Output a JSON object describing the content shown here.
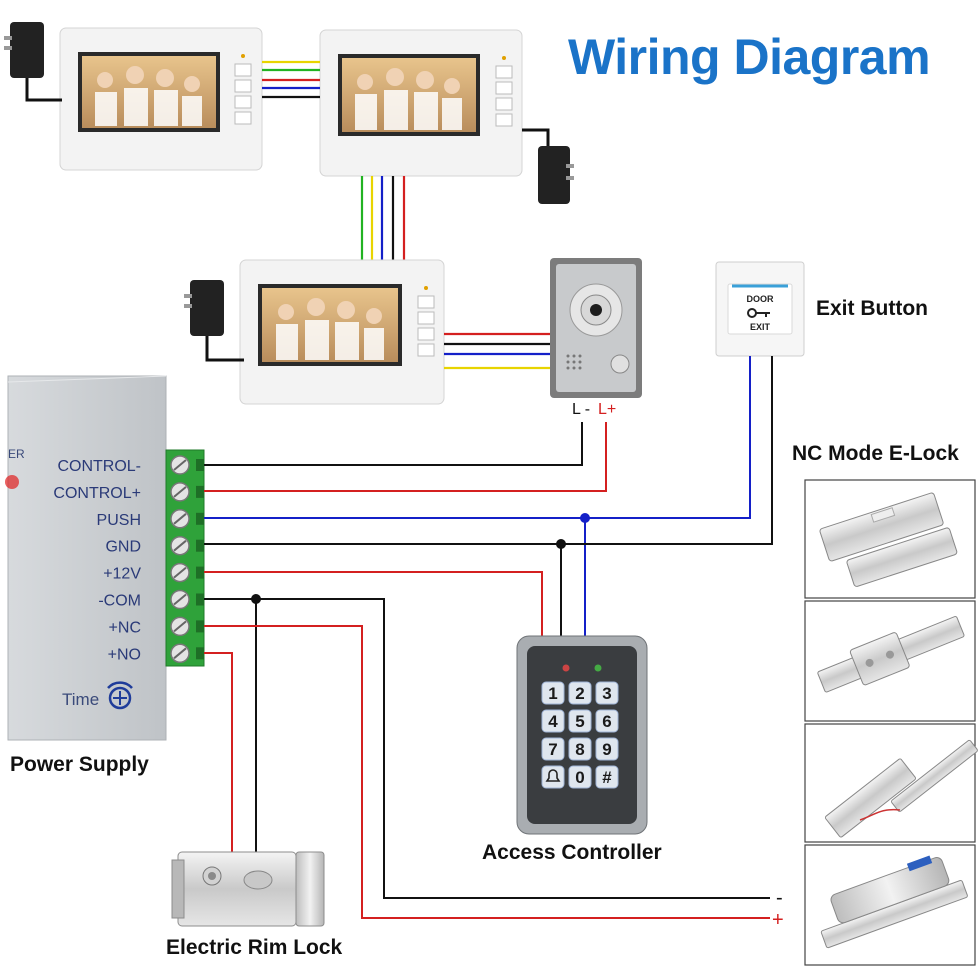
{
  "title": "Wiring Diagram",
  "labels": {
    "exit_button": "Exit Button",
    "nc_lock": "NC Mode E-Lock",
    "power_supply": "Power Supply",
    "access_controller": "Access Controller",
    "rim_lock": "Electric Rim Lock"
  },
  "power_supply": {
    "terminals": [
      "CONTROL-",
      "CONTROL+",
      "PUSH",
      "GND",
      "+12V",
      "-COM",
      "+NC",
      "+NO"
    ],
    "time_label": "Time",
    "edge_text": "ER"
  },
  "camera": {
    "l_minus": "L -",
    "l_plus": "L+"
  },
  "exit_button_face": {
    "top": "DOOR",
    "bottom": "EXIT"
  },
  "keypad": {
    "keys": [
      "1",
      "2",
      "3",
      "4",
      "5",
      "6",
      "7",
      "8",
      "9",
      "bell",
      "0",
      "#"
    ]
  },
  "lock_polarity": {
    "minus": "-",
    "plus": "+"
  },
  "colors": {
    "title": "#1a73c8",
    "red": "#d42020",
    "black": "#111111",
    "blue": "#1420c8",
    "yellow": "#e8d400",
    "green": "#22b322",
    "terminal": "#2fa23a"
  }
}
